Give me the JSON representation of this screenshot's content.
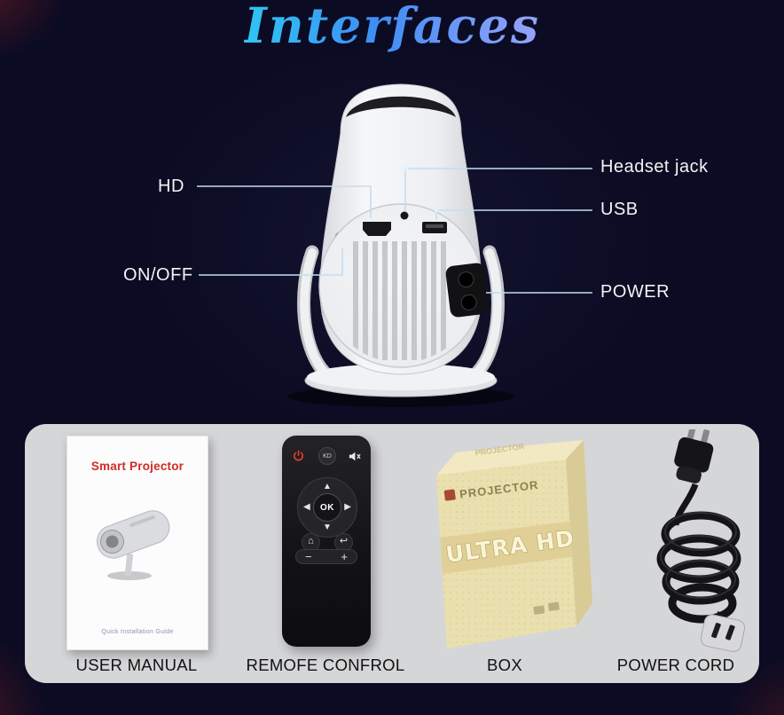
{
  "title": "Interfaces",
  "projector": {
    "callouts": {
      "hd": "HD",
      "on_off": "ON/OFF",
      "headset_jack": "Headset jack",
      "usb": "USB",
      "power": "POWER"
    }
  },
  "accessories": {
    "manual": {
      "title": "Smart Projector",
      "footer": "Quick Installation Guide",
      "label": "USER MANUAL"
    },
    "remote": {
      "label": "REMOFE CONFROL",
      "top_button": "KD",
      "ok": "OK",
      "dpad_up": "▲",
      "dpad_down": "▼",
      "dpad_left": "◀",
      "dpad_right": "▶",
      "home_icon": "⌂",
      "back_icon": "↩",
      "volume_minus": "−",
      "volume_plus": "+"
    },
    "box": {
      "label": "BOX",
      "brand": "PROJECTOR",
      "product": "ULTRA HD"
    },
    "cord": {
      "label": "POWER CORD"
    }
  },
  "colors": {
    "background": "#0b0b23",
    "panel": "#d5d6d8",
    "title_gradient_start": "#2ec6f3",
    "title_gradient_end": "#97a3fa",
    "callout_line": "#c4ddf1",
    "manual_title_red": "#cf2b24",
    "box_beige": "#eadfae"
  }
}
